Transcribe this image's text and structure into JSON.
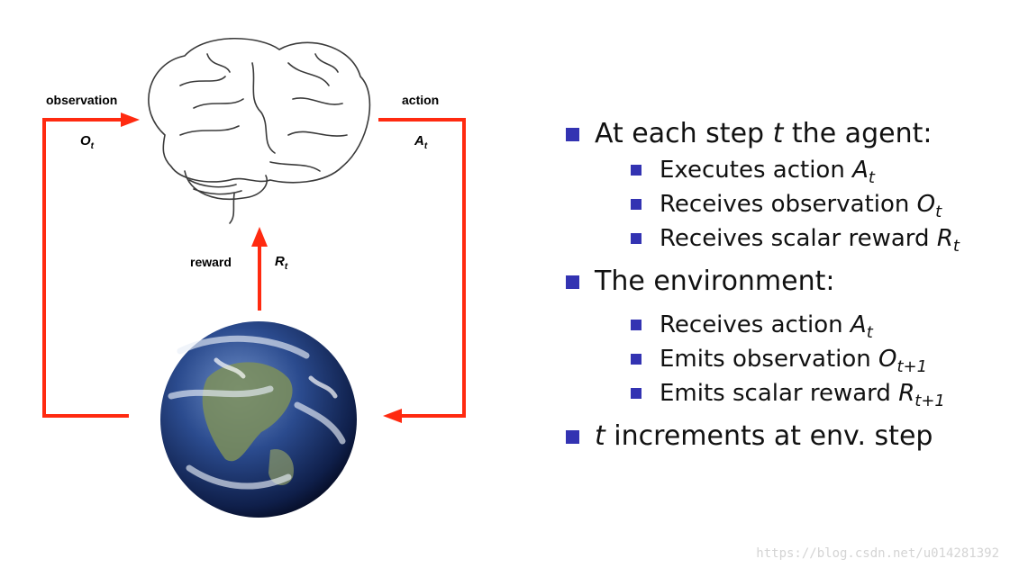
{
  "diagram": {
    "observation_label": "observation",
    "observation_symbol": "O",
    "observation_sub": "t",
    "action_label": "action",
    "action_symbol": "A",
    "action_sub": "t",
    "reward_label": "reward",
    "reward_symbol": "R",
    "reward_sub": "t",
    "arrow_color": "#ff2a10",
    "agent_icon": "brain-icon",
    "environment_icon": "earth-globe-icon"
  },
  "bullets": {
    "marker_color": "#3333b2",
    "agent_heading_pre": "At each step ",
    "agent_heading_var": "t",
    "agent_heading_post": " the agent:",
    "agent_items": [
      {
        "text": "Executes action ",
        "var": "A",
        "sub": "t"
      },
      {
        "text": "Receives observation ",
        "var": "O",
        "sub": "t"
      },
      {
        "text": "Receives scalar reward ",
        "var": "R",
        "sub": "t"
      }
    ],
    "env_heading": "The environment:",
    "env_items": [
      {
        "text": "Receives action ",
        "var": "A",
        "sub": "t"
      },
      {
        "text": "Emits observation ",
        "var": "O",
        "sub": "t+1"
      },
      {
        "text": "Emits scalar reward ",
        "var": "R",
        "sub": "t+1"
      }
    ],
    "increment_var": "t",
    "increment_text": " increments at env. step"
  },
  "watermark": "https://blog.csdn.net/u014281392"
}
